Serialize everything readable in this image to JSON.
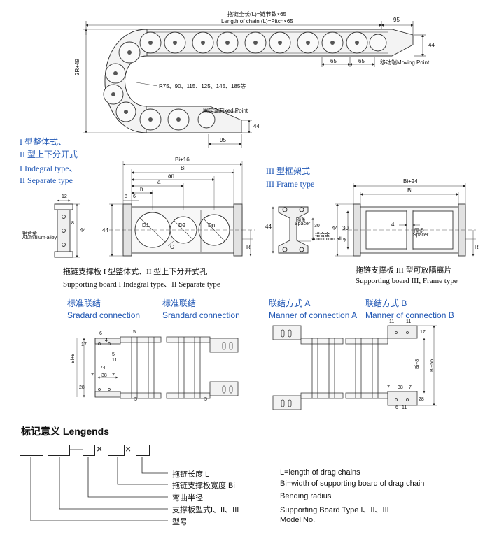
{
  "top": {
    "total_length_cn": "拖链全长(L)=链节数×65",
    "total_length_en": "Length of chain (L)=Pitch×65",
    "dim_95_top": "95",
    "dim_44_right": "44",
    "dim_65_a": "65",
    "dim_65_b": "65",
    "moving_point": "移动端Moving Point",
    "dim_2r49": "2R+49",
    "radius_list": "R75、90、115、125、145、185等",
    "fixed_point": "固定端Fixed Point",
    "dim_44_fixed": "44",
    "dim_95_bottom": "95"
  },
  "types_left": {
    "line1": "I 型整体式、",
    "line2": "II 型上下分开式",
    "line3": "I Indegral type、",
    "line4": "II Separate type"
  },
  "board1": {
    "alloy_cn": "铝合金",
    "alloy_en": "Aluminium alloy",
    "dim_12": "12",
    "dim_8": "8",
    "dim_44": "44",
    "dim_bi16": "Bi+16",
    "dim_bi": "Bi",
    "dim_an": "an",
    "dim_a": "a",
    "dim_h": "h",
    "dim_8b": "8",
    "dim_6": "6",
    "dim_44b": "44",
    "d1": "D1",
    "d2": "D2",
    "dn": "Dn",
    "c": "C",
    "r": "R",
    "caption_cn": "拖链支撑板 I 型整体式、II 型上下分开式孔",
    "caption_en": "Supporting board I Indegral type、II Separate type"
  },
  "board3": {
    "title_cn": "III 型框架式",
    "title_en": "III Frame type",
    "spacer_cn": "隔条",
    "spacer_en": "Spacer",
    "dim_30": "30",
    "dim_44": "44",
    "alloy_cn": "铝合金",
    "alloy_en": "Aluminium alloy",
    "dim_bi24": "Bi+24",
    "dim_bi": "Bi",
    "dim_44b": "44",
    "dim_30b": "30",
    "dim_4": "4",
    "spacer_cn2": "隔条",
    "spacer_en2": "Spacer",
    "r": "R",
    "caption_cn": "拖链支撑板 III 型可放隔离片",
    "caption_en": "Supporting board III, Frame type"
  },
  "connections": {
    "std1_cn": "标准联结",
    "std1_en": "Sradard connection",
    "std2_cn": "标准联结",
    "std2_en": "Srandard connection",
    "a_cn": "联结方式 A",
    "a_en": "Manner of connection A",
    "b_cn": "联结方式 B",
    "b_en": "Manner of connection B",
    "d17": "17",
    "d6": "6",
    "d4": "4",
    "d5a": "5",
    "d11": "11",
    "d5b": "5",
    "bi8": "Bi+8",
    "d74": "74",
    "d7a": "7",
    "d38": "38",
    "d7b": "7",
    "d28": "28",
    "d5c": "5",
    "d5d": "5",
    "b11a": "11",
    "b11b": "11",
    "b17": "17",
    "bbi8": "Bi+8",
    "bbi56": "Bi+56",
    "b7a": "7",
    "b38": "38",
    "b7b": "7",
    "b28": "28",
    "b6": "6",
    "b11c": "11"
  },
  "legends": {
    "title": "标记意义  Lengends",
    "items": [
      {
        "cn": "拖链长度 L",
        "en": "L=length of drag chains"
      },
      {
        "cn": "拖链支撑板宽度 Bi",
        "en": "Bi=width of supporting board of drag chain"
      },
      {
        "cn": "弯曲半径",
        "en": "Bending radius"
      },
      {
        "cn": "支撑板型式I、II、III",
        "en": "Supporting Board Type I、II、III"
      },
      {
        "cn": "型号",
        "en": "Model No."
      }
    ]
  }
}
